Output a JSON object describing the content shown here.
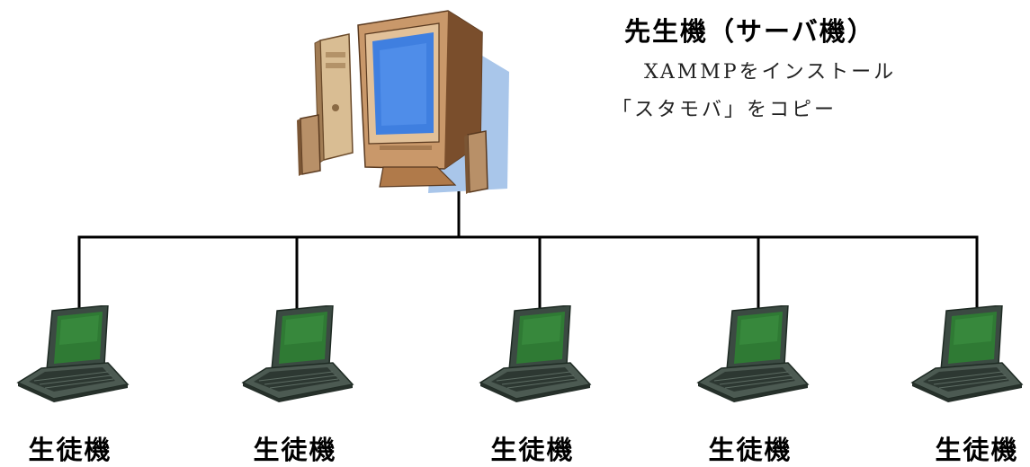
{
  "server": {
    "title": "先生機（サーバ機）",
    "notes": [
      "XAMMPをインストール",
      "「スタモバ」をコピー"
    ],
    "icon": "desktop-computer-icon"
  },
  "clients": [
    {
      "label": "生徒機",
      "icon": "laptop-icon"
    },
    {
      "label": "生徒機",
      "icon": "laptop-icon"
    },
    {
      "label": "生徒機",
      "icon": "laptop-icon"
    },
    {
      "label": "生徒機",
      "icon": "laptop-icon"
    },
    {
      "label": "生徒機",
      "icon": "laptop-icon"
    }
  ],
  "colors": {
    "line": "#000000",
    "screen_blue": "#3f7fe0",
    "case_tan": "#d8b98f",
    "laptop_screen": "#2f7a34",
    "laptop_body": "#4c5a52"
  }
}
